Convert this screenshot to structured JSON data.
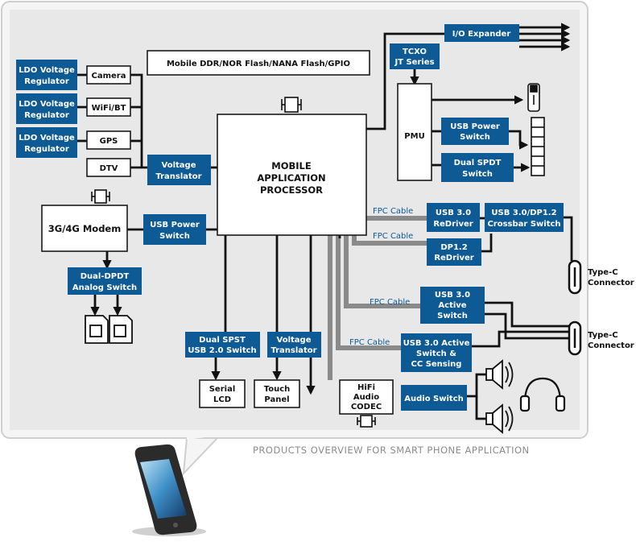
{
  "caption": "PRODUCTS OVERVIEW FOR SMART PHONE APPLICATION",
  "blocks": {
    "memory": "Mobile DDR/NOR Flash/NANA Flash/GPIO",
    "map_line1": "MOBILE",
    "map_line2": "APPLICATION",
    "map_line3": "PROCESSOR",
    "ldo1_a": "LDO Voltage",
    "ldo1_b": "Regulator",
    "ldo2_a": "LDO Voltage",
    "ldo2_b": "Regulator",
    "ldo3_a": "LDO Voltage",
    "ldo3_b": "Regulator",
    "camera": "Camera",
    "wifi": "WiFi/BT",
    "gps": "GPS",
    "dtv": "DTV",
    "vt1_a": "Voltage",
    "vt1_b": "Translator",
    "modem": "3G/4G Modem",
    "usbps1_a": "USB Power",
    "usbps1_b": "Switch",
    "dpdt_a": "Dual-DPDT",
    "dpdt_b": "Analog Switch",
    "spst_a": "Dual SPST",
    "spst_b": "USB 2.0 Switch",
    "vt2_a": "Voltage",
    "vt2_b": "Translator",
    "lcd_a": "Serial",
    "lcd_b": "LCD",
    "touch_a": "Touch",
    "touch_b": "Panel",
    "codec_a": "HiFi",
    "codec_b": "Audio",
    "codec_c": "CODEC",
    "io_expander": "I/O Expander",
    "tcxo_a": "TCXO",
    "tcxo_b": "JT Series",
    "pmu": "PMU",
    "usbps2_a": "USB Power",
    "usbps2_b": "Switch",
    "spdt_a": "Dual SPDT",
    "spdt_b": "Switch",
    "redriver_a": "USB 3.0",
    "redriver_b": "ReDriver",
    "crossbar_a": "USB 3.0/DP1.2",
    "crossbar_b": "Crossbar Switch",
    "dp_a": "DP1.2",
    "dp_b": "ReDriver",
    "active_a": "USB 3.0",
    "active_b": "Active",
    "active_c": "Switch",
    "cc_a": "USB 3.0 Active",
    "cc_b": "Switch &",
    "cc_c": "CC Sensing",
    "audio_switch": "Audio Switch",
    "typec1_a": "Type-C",
    "typec1_b": "Connector",
    "typec2_a": "Type-C",
    "typec2_b": "Connector",
    "fpc1": "FPC Cable",
    "fpc2": "FPC Cable",
    "fpc3": "FPC Cable",
    "fpc4": "FPC Cable"
  },
  "colors": {
    "block_blue": "#0d5a94",
    "panel_grey": "#e8e8e8",
    "fpc_grey": "#8a8a8a"
  },
  "icons": [
    "crystal-icon",
    "usb-stick-icon",
    "connector-strip-icon",
    "sim-card-icon",
    "speaker-icon",
    "headphones-icon",
    "smartphone-icon"
  ]
}
